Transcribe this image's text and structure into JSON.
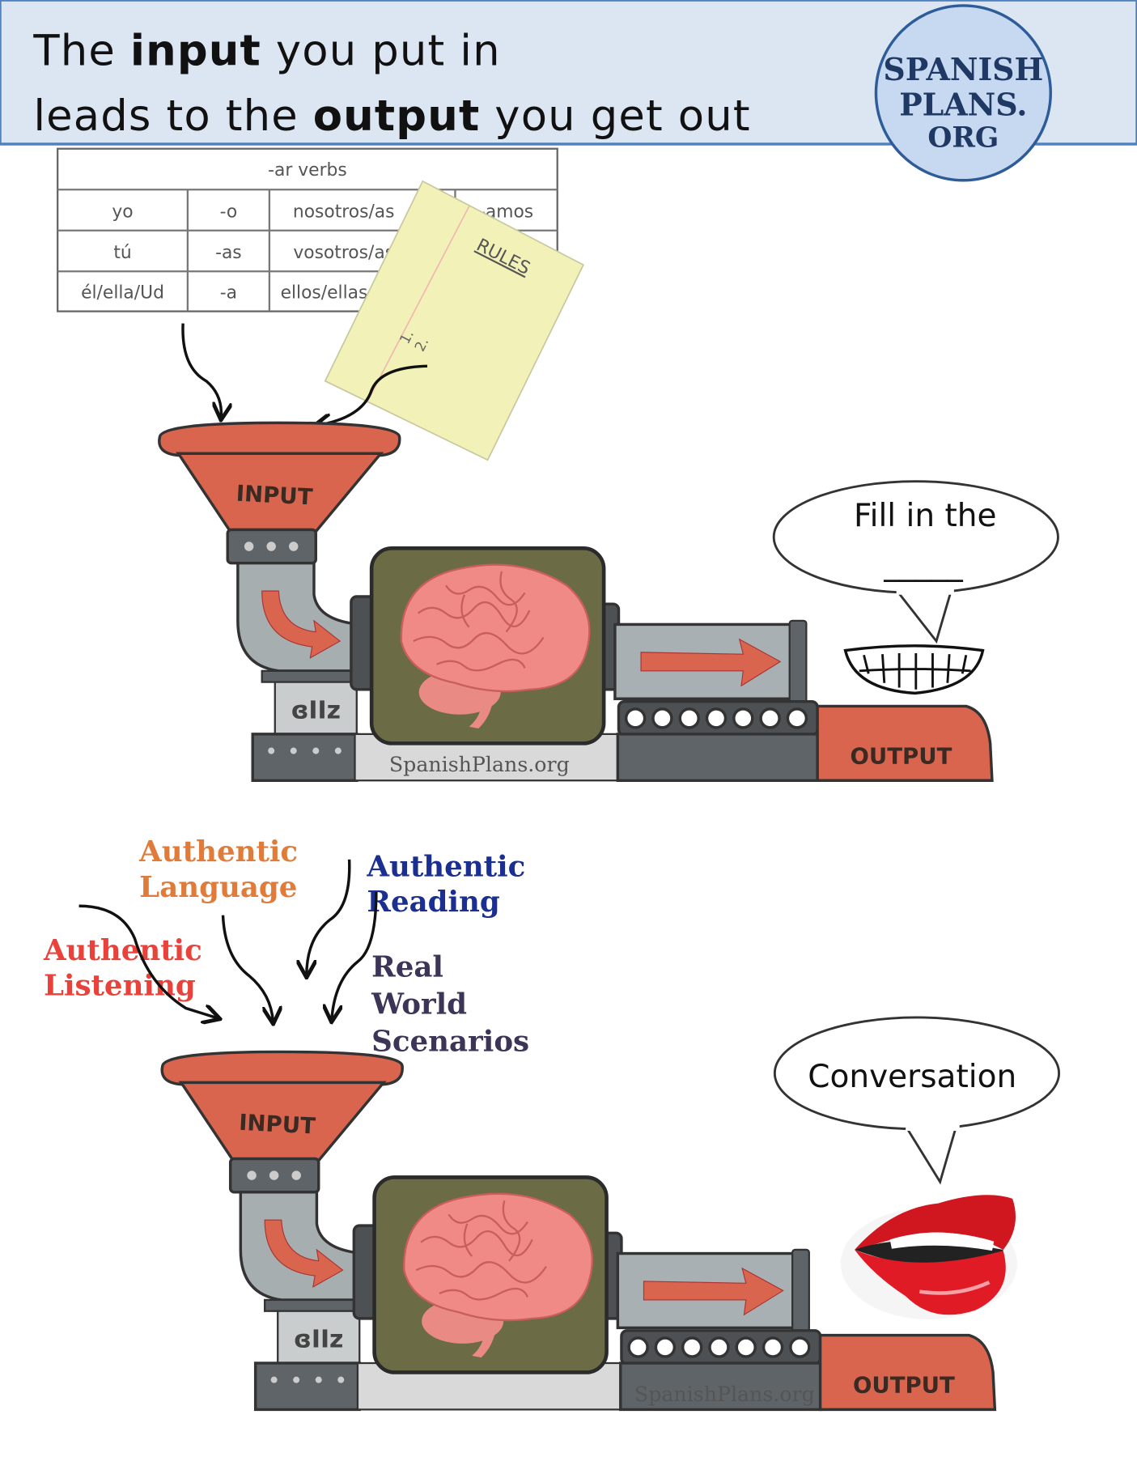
{
  "header": {
    "line1": {
      "pre": "The ",
      "bold": "input",
      "post": " you put in"
    },
    "line2": {
      "pre": "leads to the ",
      "bold": "output",
      "post": " you get out"
    },
    "logo": {
      "line1": "SPANISH",
      "line2": "PLANS.",
      "line3": "ORG"
    },
    "colors": {
      "band": "#dce6f2",
      "border": "#4f81bd",
      "logo_text": "#1f3864"
    }
  },
  "panel1": {
    "table": {
      "title": "-ar verbs",
      "rows": [
        [
          "yo",
          "-o",
          "nosotros/as",
          "-amos"
        ],
        [
          "tú",
          "-as",
          "vosotros/as",
          ""
        ],
        [
          "él/ella/Ud",
          "-a",
          "ellos/ellas/Uds",
          ""
        ]
      ]
    },
    "notepad": {
      "title": "RULES",
      "item1": "1.",
      "item2": "2."
    },
    "input_label": "INPUT",
    "output_label": "OUTPUT",
    "watermark": "SpanishPlans.org",
    "speech": {
      "line1": "Fill in the",
      "line2": "_____"
    },
    "mouth_icon": "teeth-grin"
  },
  "panel2": {
    "sources": [
      {
        "line1": "Authentic",
        "line2": "Language",
        "color": "#e07b39"
      },
      {
        "line1": "Authentic",
        "line2": "Reading",
        "color": "#1a2f8f"
      },
      {
        "line1": "Authentic",
        "line2": "Listening",
        "color": "#e8423a"
      },
      {
        "line1": "Real",
        "line2": "World",
        "line3": "Scenarios",
        "color": "#3d3557"
      }
    ],
    "input_label": "INPUT",
    "output_label": "OUTPUT",
    "watermark": "SpanishPlans.org",
    "speech": {
      "line1": "Conversation"
    },
    "mouth_icon": "red-lips"
  }
}
